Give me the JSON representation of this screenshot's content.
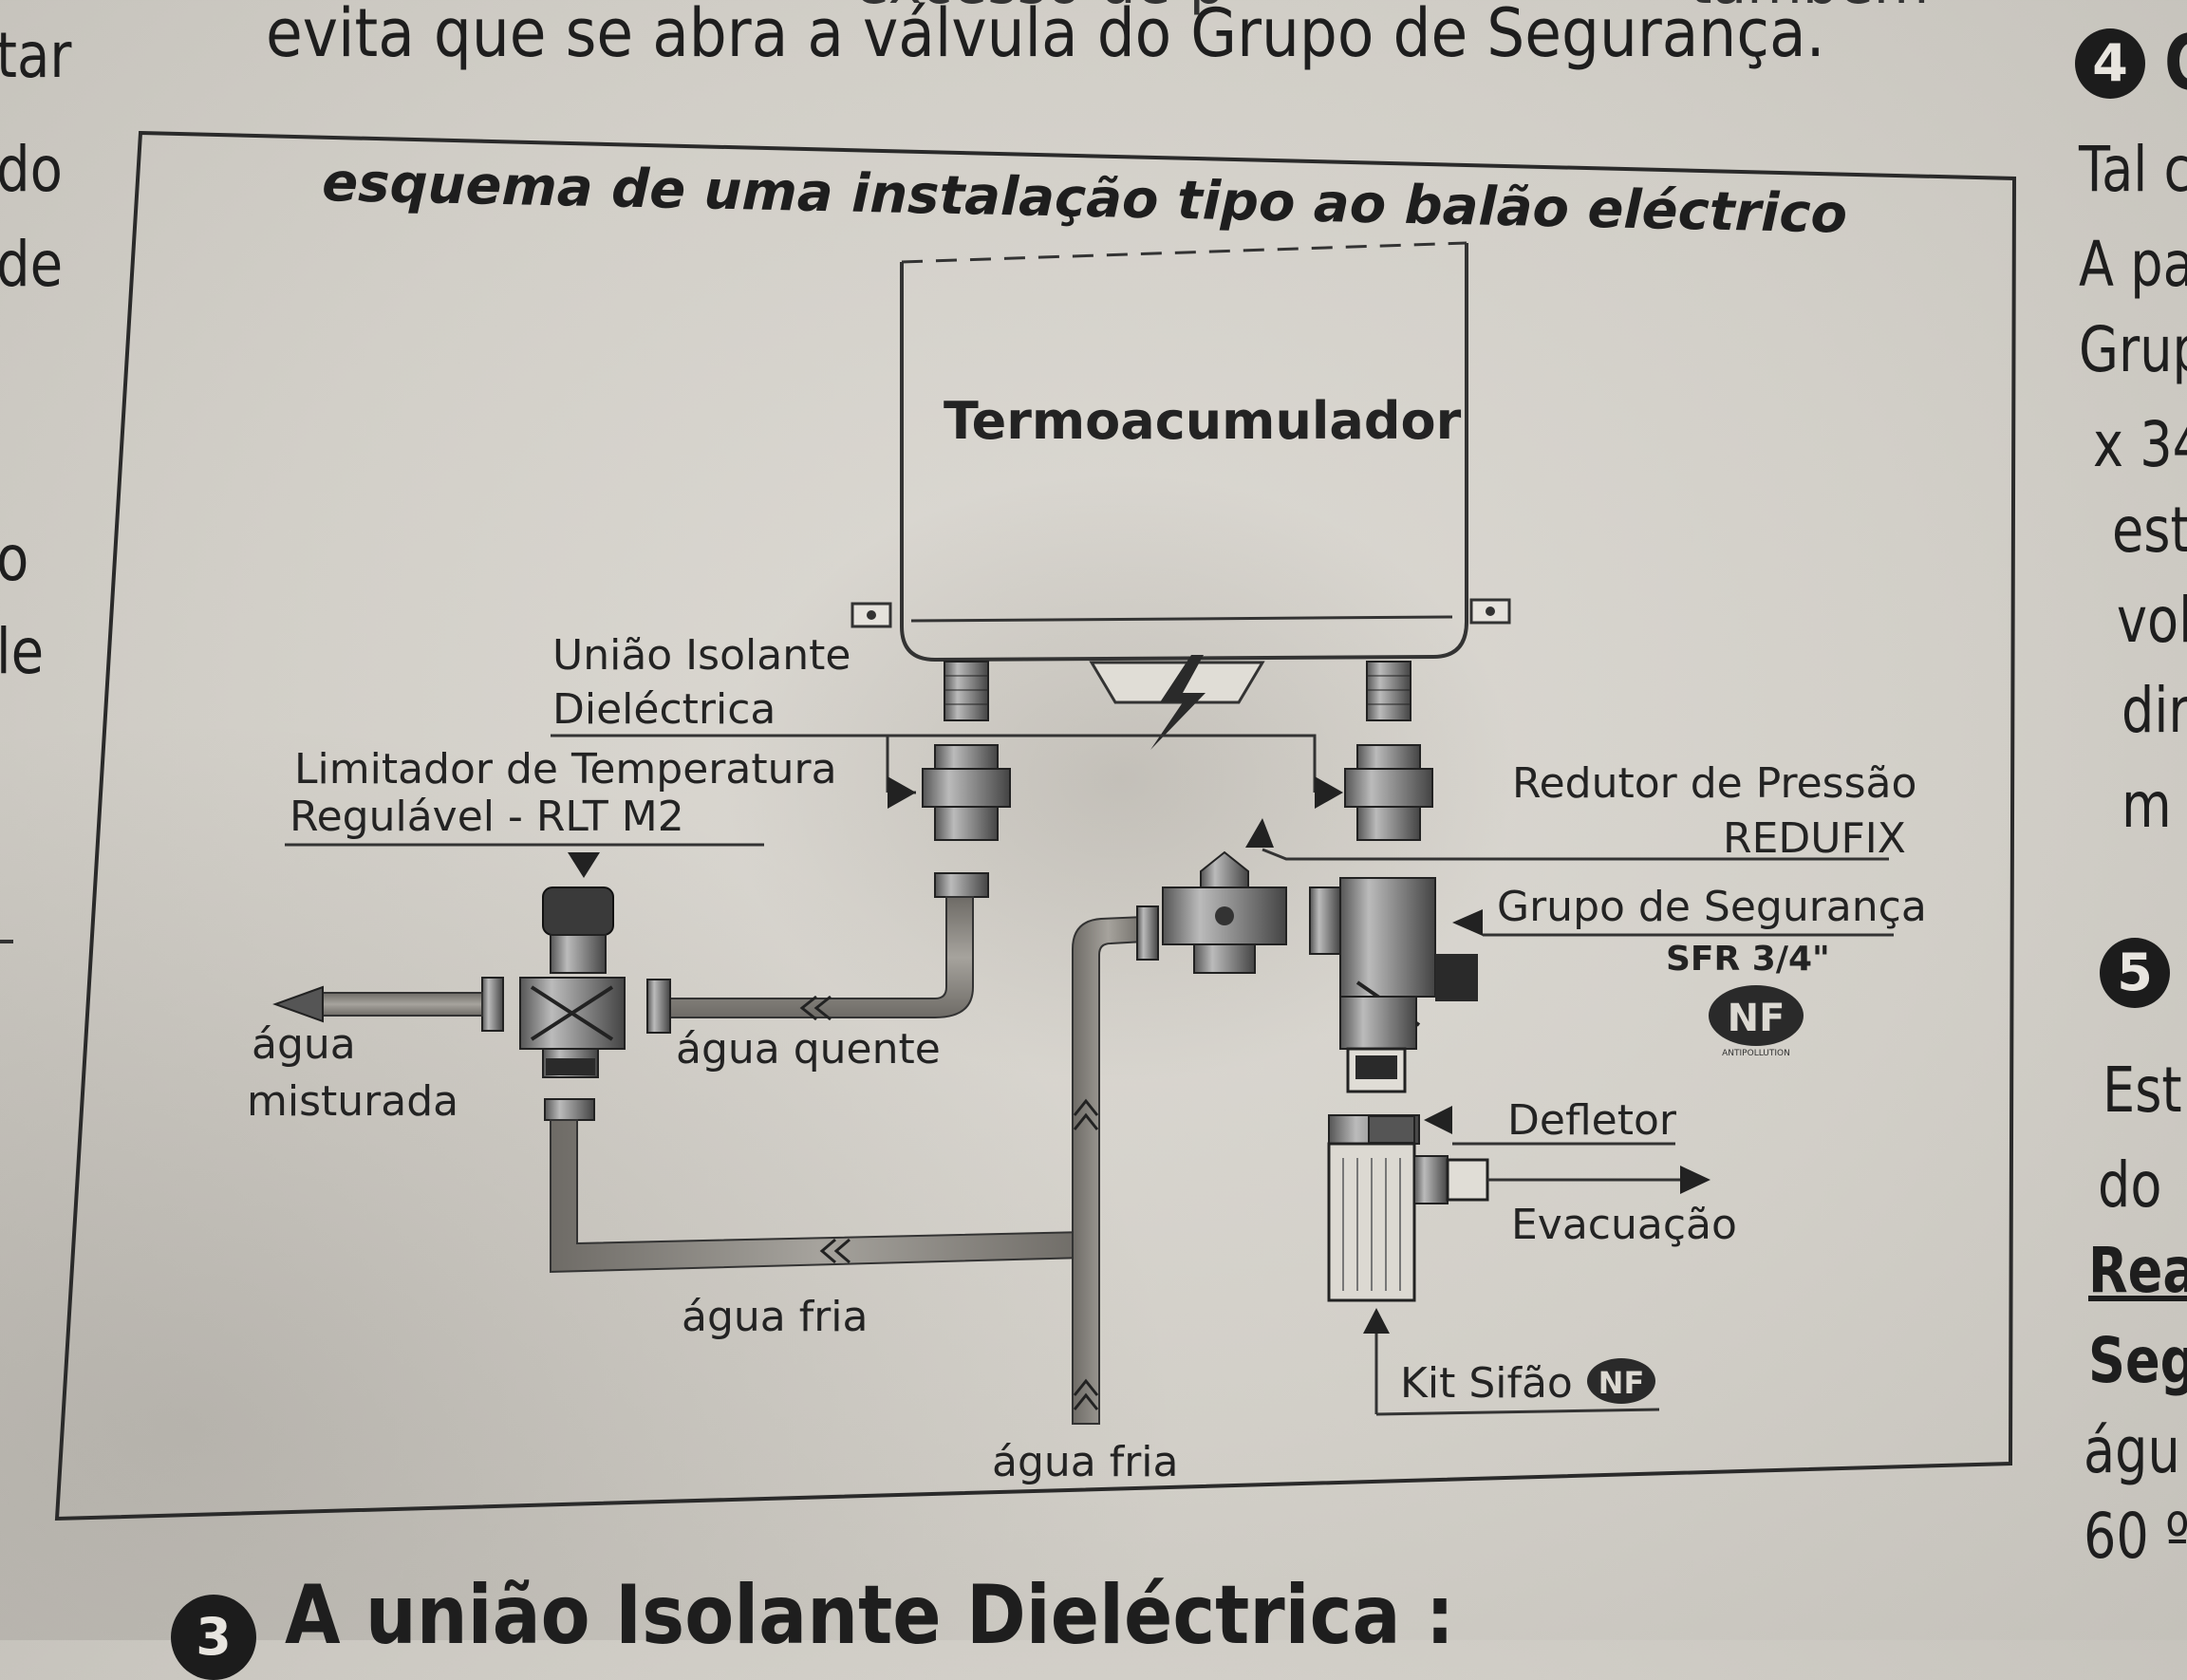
{
  "page": {
    "intro_line": "evita que se abra a válvula do Grupo de Segurança.",
    "top_fragment_a": "excesso de p",
    "top_fragment_b": "também",
    "left_margin": [
      "tar",
      "do",
      "de",
      "o",
      "le"
    ],
    "right_margin": [
      "Tal c",
      "A pa",
      "Grup",
      "x 34",
      "est",
      "vol",
      "dir",
      "m",
      "Est",
      "do",
      "Rea",
      "Seg",
      "águ",
      "60 º"
    ],
    "section_4": "4",
    "section_5": "5",
    "section_3": "3",
    "next_heading": "A união Isolante Dieléctrica :"
  },
  "diagram": {
    "title": "esquema de uma instalação tipo ao balão eléctrico",
    "heater": "Termoacumulador",
    "labels": {
      "uniao_1": "União Isolante",
      "uniao_2": "Dieléctrica",
      "limitador_1": "Limitador de Temperatura",
      "limitador_2": "Regulável - RLT M2",
      "redutor_1": "Redutor de Pressão",
      "redutor_2": "REDUFIX",
      "grupo_1": "Grupo de Segurança",
      "grupo_2": "SFR 3/4\"",
      "agua_1": "água",
      "agua_2": "misturada",
      "agua_quente": "água quente",
      "defletor": "Defletor",
      "evacuacao": "Evacuação",
      "agua_fria_1": "água fria",
      "agua_fria_2": "água fria",
      "kit_sifao": "Kit Sifão"
    },
    "nf_logo": "NF",
    "nf_small": "ANTIPOLLUTION"
  },
  "colors": {
    "ink": "#1e1e1e",
    "pipe": "#8a8782",
    "paper": "#d8d5cf"
  }
}
